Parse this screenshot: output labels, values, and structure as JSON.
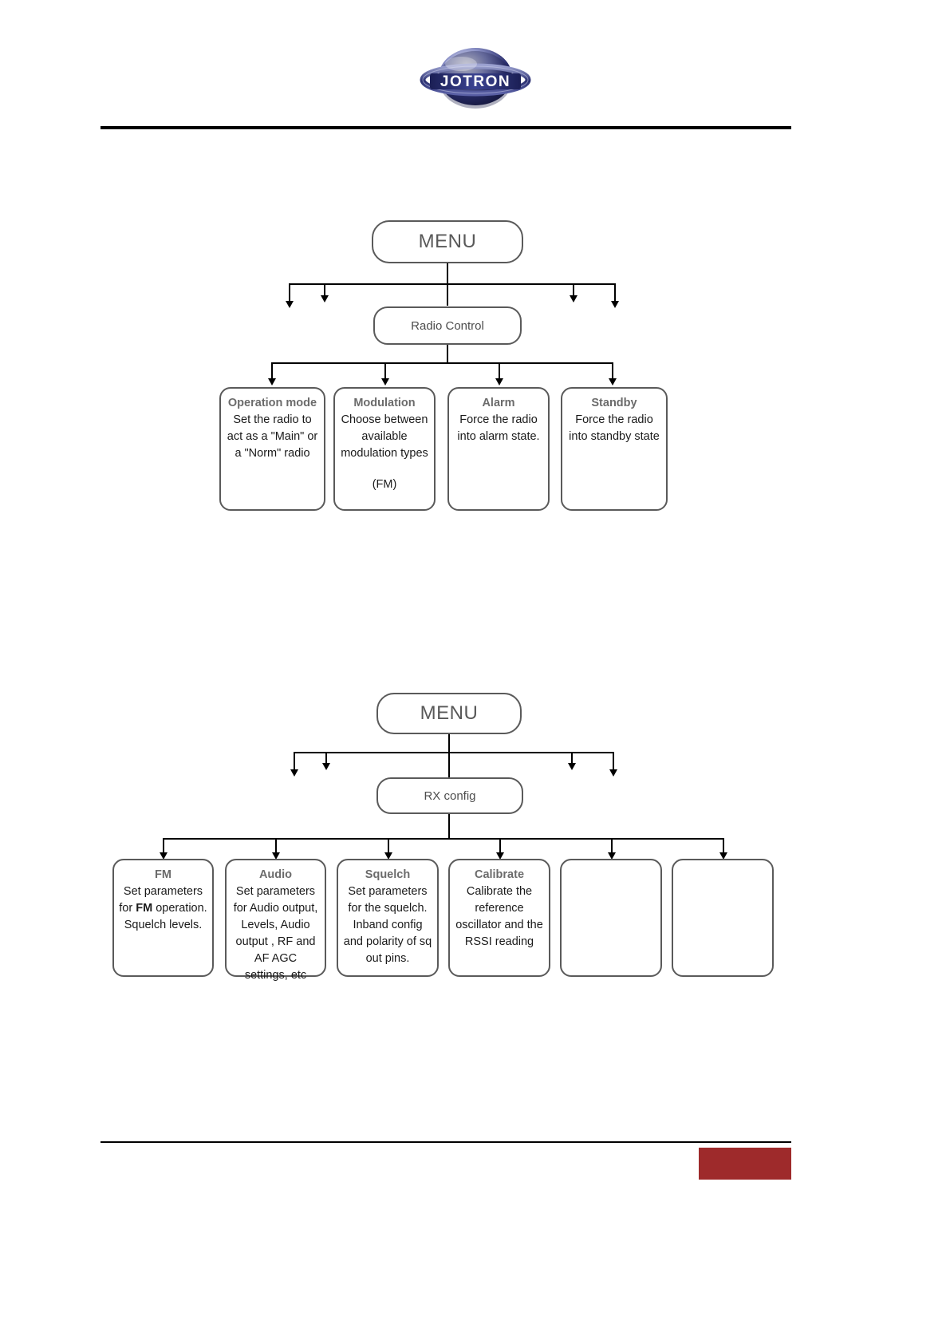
{
  "page": {
    "brand": "JOTRON",
    "brand_sub": ""
  },
  "diagram1": {
    "root": {
      "label": "MENU"
    },
    "sub": {
      "label": "Radio Control"
    },
    "leaves": [
      {
        "title": "Operation mode",
        "body": "Set the radio to act as a \"Main\" or a \"Norm\" radio",
        "extra": ""
      },
      {
        "title": "Modulation",
        "body": "Choose between available modulation types",
        "extra": "(FM)"
      },
      {
        "title": "Alarm",
        "body": "Force the radio into alarm state.",
        "extra": ""
      },
      {
        "title": "Standby",
        "body": "Force the radio into standby state",
        "extra": ""
      }
    ]
  },
  "diagram2": {
    "root": {
      "label": "MENU"
    },
    "sub": {
      "label": "RX config"
    },
    "leaves": [
      {
        "title": "FM",
        "body_pre": "Set parameters for ",
        "body_bold": "FM",
        "body_post": " operation. Squelch levels.",
        "extra": ""
      },
      {
        "title": "Audio",
        "body": "Set parameters for Audio output, Levels, Audio output , RF and AF AGC settings, etc",
        "extra": ""
      },
      {
        "title": "Squelch",
        "body": "Set parameters for the squelch. Inband config and polarity of sq out pins.",
        "extra": ""
      },
      {
        "title": "Calibrate",
        "body": "Calibrate the reference oscillator and the RSSI reading",
        "extra": ""
      },
      {
        "title": "",
        "body": "",
        "extra": ""
      },
      {
        "title": "",
        "body": "",
        "extra": ""
      }
    ]
  }
}
